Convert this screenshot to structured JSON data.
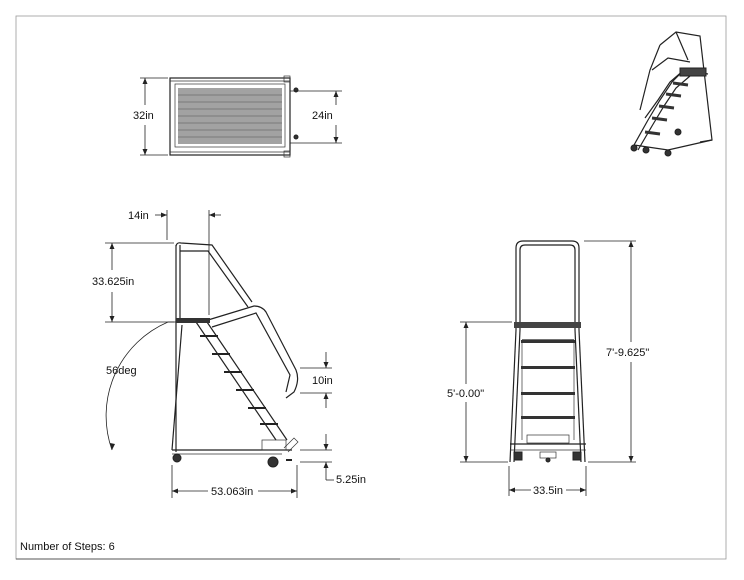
{
  "top_view": {
    "depth_label": "32in",
    "width_label": "24in"
  },
  "side_view": {
    "top_offset_label": "14in",
    "handrail_height_label": "33.625in",
    "angle_label": "56deg",
    "step_rise_label": "10in",
    "caster_label": "5.25in",
    "base_length_label": "53.063in"
  },
  "front_view": {
    "platform_height_label": "5'-0.00\"",
    "overall_height_label": "7'-9.625\"",
    "base_width_label": "33.5in"
  },
  "footer": {
    "steps_text": "Number of Steps: 6"
  }
}
